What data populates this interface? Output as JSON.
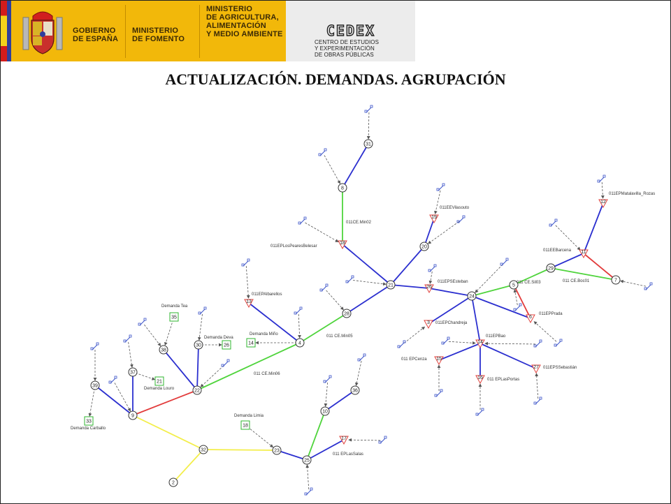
{
  "header": {
    "gobierno": [
      "GOBIERNO",
      "DE ESPAÑA"
    ],
    "fomento": [
      "MINISTERIO",
      "DE FOMENTO"
    ],
    "agricultura": [
      "MINISTERIO",
      "DE AGRICULTURA,",
      "ALIMENTACIÓN",
      "Y MEDIO AMBIENTE"
    ],
    "cedex_logo": "CEDEX",
    "cedex_sub": [
      "CENTRO DE ESTUDIOS",
      "Y EXPERIMENTACIÓN",
      "DE OBRAS PÚBLICAS"
    ]
  },
  "title": "ACTUALIZACIÓN. DEMANDAS. AGRUPACIÓN",
  "colors": {
    "header_yellow": "#f2b80a",
    "link_blue": "#2b2fcf",
    "link_green": "#4fd43c",
    "link_red": "#e23b3b",
    "link_yellow": "#f3ee4a",
    "reservoir_red": "#e0413c",
    "demand_green": "#2fb52f",
    "arrow_gray": "#555555",
    "inflow_icon": "#3a52c8"
  },
  "nodes": [
    {
      "id": "n31",
      "label": "31",
      "type": "junction"
    },
    {
      "id": "n8",
      "label": "8",
      "type": "junction"
    },
    {
      "id": "n21",
      "label": "21",
      "type": "junction"
    },
    {
      "id": "n20",
      "label": "20",
      "type": "junction"
    },
    {
      "id": "n28",
      "label": "28",
      "type": "junction"
    },
    {
      "id": "n4",
      "label": "4",
      "type": "junction"
    },
    {
      "id": "n22",
      "label": "22",
      "type": "junction"
    },
    {
      "id": "n39",
      "label": "39",
      "type": "junction"
    },
    {
      "id": "n37",
      "label": "37",
      "type": "junction"
    },
    {
      "id": "n30",
      "label": "30",
      "type": "junction"
    },
    {
      "id": "n38",
      "label": "38",
      "type": "junction"
    },
    {
      "id": "n9",
      "label": "9",
      "type": "junction"
    },
    {
      "id": "n32",
      "label": "32",
      "type": "junction"
    },
    {
      "id": "n2",
      "label": "2",
      "type": "junction"
    },
    {
      "id": "n23",
      "label": "23",
      "type": "junction"
    },
    {
      "id": "n25",
      "label": "25",
      "type": "junction"
    },
    {
      "id": "n10",
      "label": "10",
      "type": "junction"
    },
    {
      "id": "n36",
      "label": "36",
      "type": "junction"
    },
    {
      "id": "n24",
      "label": "24",
      "type": "junction"
    },
    {
      "id": "n5",
      "label": "5",
      "type": "junction"
    },
    {
      "id": "n29",
      "label": "29",
      "type": "junction"
    },
    {
      "id": "n7",
      "label": "7",
      "type": "junction"
    },
    {
      "id": "n20b",
      "label": "29",
      "type": "junction"
    },
    {
      "id": "r18",
      "label": "18",
      "type": "reservoir",
      "name": "011EPLosPearesBelesar"
    },
    {
      "id": "r19",
      "label": "19",
      "type": "reservoir",
      "name": "011EEVilasouto"
    },
    {
      "id": "r26",
      "label": "26",
      "type": "reservoir",
      "name": "011EPSEsteban"
    },
    {
      "id": "r11",
      "label": "11",
      "type": "reservoir",
      "name": "011EEBarcena"
    },
    {
      "id": "r12",
      "label": "12",
      "type": "reservoir",
      "name": "011EPMatalavilla_Rozas"
    },
    {
      "id": "r13",
      "label": "13",
      "type": "reservoir",
      "name": "011EPAlbarellos"
    },
    {
      "id": "r3",
      "label": "3",
      "type": "reservoir",
      "name": "011EPChandreja"
    },
    {
      "id": "r14",
      "label": "14",
      "type": "reservoir",
      "name": "011EPBao"
    },
    {
      "id": "r15",
      "label": "15",
      "type": "reservoir",
      "name": "011 EPCenza"
    },
    {
      "id": "r16",
      "label": "16",
      "type": "reservoir",
      "name": "011 EPLasPortas"
    },
    {
      "id": "r27",
      "label": "27",
      "type": "reservoir",
      "name": "011EPSSebastián"
    },
    {
      "id": "r17",
      "label": "17",
      "type": "reservoir",
      "name": "011 EPLasSalas"
    },
    {
      "id": "r6",
      "label": "6",
      "type": "reservoir",
      "name": "011EPPrada"
    },
    {
      "id": "d35",
      "label": "35",
      "type": "demand",
      "name": "Demanda Tea"
    },
    {
      "id": "d26",
      "label": "26",
      "type": "demand",
      "name": "Demanda Deva"
    },
    {
      "id": "d14",
      "label": "14",
      "type": "demand",
      "name": "Demanda Miño"
    },
    {
      "id": "d21",
      "label": "21",
      "type": "demand",
      "name": "Demanda Louro"
    },
    {
      "id": "d33",
      "label": "33",
      "type": "demand",
      "name": "Demanda Carballo"
    },
    {
      "id": "d18",
      "label": "18",
      "type": "demand",
      "name": "Demanda Limia"
    }
  ],
  "link_labels": [
    {
      "id": "l_min02",
      "text": "011CE.Min02"
    },
    {
      "id": "l_min05",
      "text": "011 CE.Min05"
    },
    {
      "id": "l_min06",
      "text": "011 CE.Min06"
    },
    {
      "id": "l_sil03",
      "text": "011 CE.Sil03"
    },
    {
      "id": "l_boc01",
      "text": "011 CE.Boc01"
    }
  ],
  "links": [
    {
      "from": "n31",
      "to": "n8",
      "color": "blue"
    },
    {
      "from": "n8",
      "to": "r18",
      "color": "green"
    },
    {
      "from": "r18",
      "to": "n21",
      "color": "blue"
    },
    {
      "from": "r19",
      "to": "n20",
      "color": "blue"
    },
    {
      "from": "n20",
      "to": "n21",
      "color": "blue"
    },
    {
      "from": "n21",
      "to": "n28",
      "color": "blue"
    },
    {
      "from": "n28",
      "to": "n4",
      "color": "green"
    },
    {
      "from": "r13",
      "to": "n4",
      "color": "blue"
    },
    {
      "from": "n4",
      "to": "n22",
      "color": "green"
    },
    {
      "from": "n38",
      "to": "n22",
      "color": "blue"
    },
    {
      "from": "n30",
      "to": "n22",
      "color": "blue"
    },
    {
      "from": "n22",
      "to": "n9",
      "color": "red"
    },
    {
      "from": "n37",
      "to": "n9",
      "color": "blue"
    },
    {
      "from": "n39",
      "to": "n9",
      "color": "blue"
    },
    {
      "from": "n9",
      "to": "n32",
      "color": "yellow"
    },
    {
      "from": "n32",
      "to": "n2",
      "color": "yellow"
    },
    {
      "from": "n32",
      "to": "n23",
      "color": "yellow"
    },
    {
      "from": "n23",
      "to": "n25",
      "color": "blue"
    },
    {
      "from": "n10",
      "to": "n25",
      "color": "green"
    },
    {
      "from": "n36",
      "to": "n10",
      "color": "blue"
    },
    {
      "from": "r17",
      "to": "n25",
      "color": "blue"
    },
    {
      "from": "r26",
      "to": "n21",
      "color": "blue"
    },
    {
      "from": "n24",
      "to": "r26",
      "color": "blue"
    },
    {
      "from": "n5",
      "to": "n24",
      "color": "green"
    },
    {
      "from": "n5",
      "to": "r6",
      "color": "red"
    },
    {
      "from": "n29",
      "to": "n5",
      "color": "green"
    },
    {
      "from": "r11",
      "to": "n29",
      "color": "blue"
    },
    {
      "from": "n7",
      "to": "n29",
      "color": "green"
    },
    {
      "from": "r11",
      "to": "n7",
      "color": "red"
    },
    {
      "from": "r12",
      "to": "r11",
      "color": "blue"
    },
    {
      "from": "r3",
      "to": "n24",
      "color": "blue"
    },
    {
      "from": "r14",
      "to": "n24",
      "color": "blue"
    },
    {
      "from": "r15",
      "to": "r14",
      "color": "blue"
    },
    {
      "from": "r16",
      "to": "r14",
      "color": "blue"
    },
    {
      "from": "r27",
      "to": "r14",
      "color": "blue"
    },
    {
      "from": "r6",
      "to": "n24",
      "color": "blue"
    }
  ],
  "dashed_links": [
    [
      "i_31",
      "n31"
    ],
    [
      "i_8",
      "n8"
    ],
    [
      "i_18",
      "r18"
    ],
    [
      "i_19",
      "r19"
    ],
    [
      "i_20",
      "n20"
    ],
    [
      "i_21",
      "n21"
    ],
    [
      "i_28",
      "n28"
    ],
    [
      "i_13",
      "r13"
    ],
    [
      "i_4",
      "n4"
    ],
    [
      "n4",
      "d14"
    ],
    [
      "i_22",
      "n22"
    ],
    [
      "n30",
      "d26"
    ],
    [
      "i_30",
      "n30"
    ],
    [
      "i_38",
      "n38"
    ],
    [
      "d35",
      "n38"
    ],
    [
      "i_37",
      "n37"
    ],
    [
      "n37",
      "d21"
    ],
    [
      "i_39",
      "n39"
    ],
    [
      "n39",
      "d33"
    ],
    [
      "i_9",
      "n9"
    ],
    [
      "d18",
      "n23"
    ],
    [
      "i_25",
      "n25"
    ],
    [
      "i_10",
      "n10"
    ],
    [
      "i_36",
      "n36"
    ],
    [
      "i_17",
      "r17"
    ],
    [
      "i_26",
      "r26"
    ],
    [
      "i_12",
      "r12"
    ],
    [
      "i_11",
      "r11"
    ],
    [
      "i_7",
      "n7"
    ],
    [
      "i_6",
      "r6"
    ],
    [
      "i_3",
      "r3"
    ],
    [
      "i_14a",
      "r14"
    ],
    [
      "i_14b",
      "r14"
    ],
    [
      "i_15",
      "r15"
    ],
    [
      "i_16",
      "r16"
    ],
    [
      "i_27",
      "r27"
    ],
    [
      "i_24",
      "n24"
    ],
    [
      "i_5",
      "n5"
    ]
  ]
}
